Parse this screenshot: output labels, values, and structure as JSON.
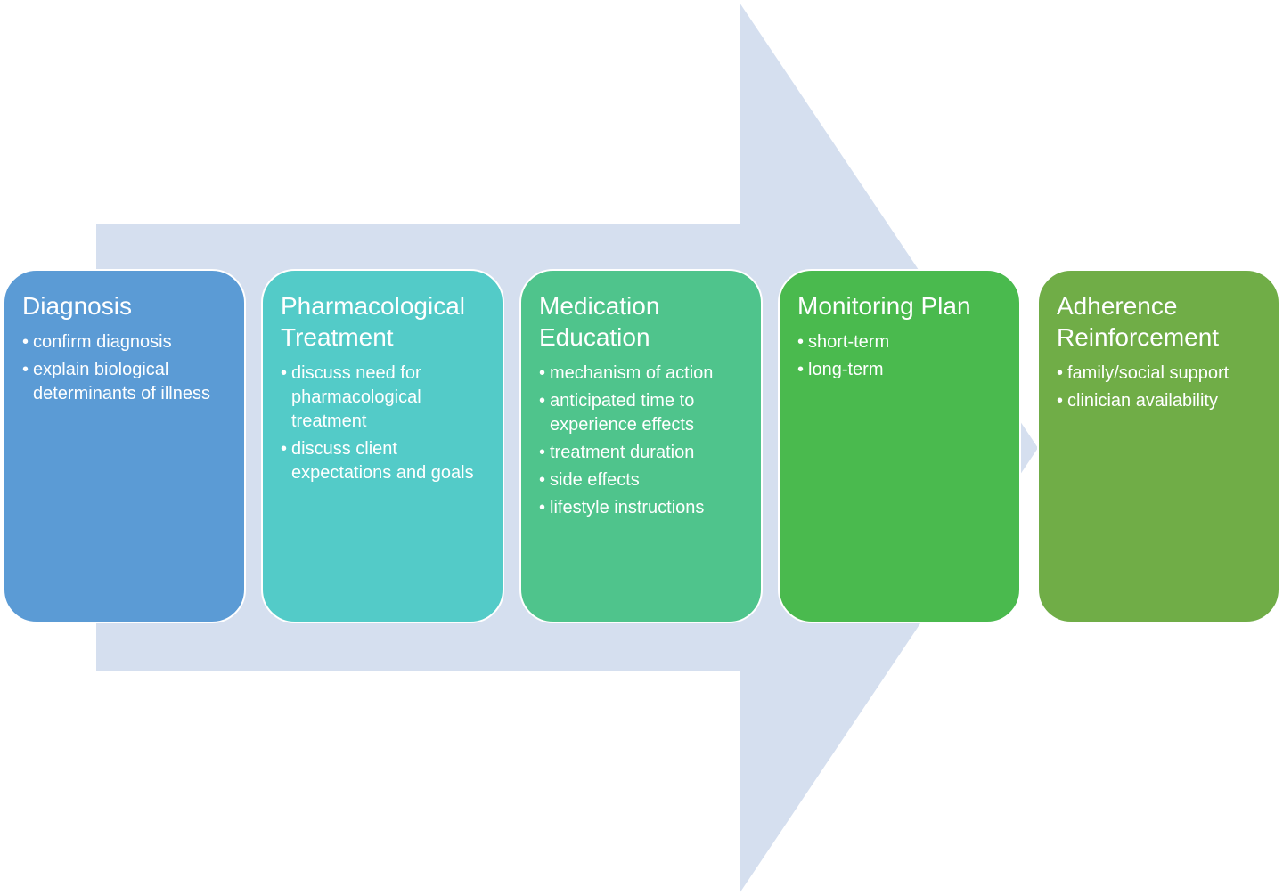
{
  "colors": {
    "arrow": "#d5dfef",
    "step_1": "#5b9bd5",
    "step_2": "#53cbc8",
    "step_3": "#4fc48c",
    "step_4": "#4aba4e",
    "step_5": "#70ad47"
  },
  "steps": [
    {
      "title": "Diagnosis",
      "bullets": [
        "confirm diagnosis",
        "explain biological determinants of illness"
      ]
    },
    {
      "title": "Pharmacological Treatment",
      "bullets": [
        "discuss need for pharmacological treatment",
        "discuss client expectations and goals"
      ]
    },
    {
      "title": "Medication Education",
      "bullets": [
        "mechanism of action",
        "anticipated time to experience effects",
        "treatment duration",
        "side effects",
        "lifestyle instructions"
      ]
    },
    {
      "title": "Monitoring Plan",
      "bullets": [
        "short-term",
        "long-term"
      ]
    },
    {
      "title": "Adherence Reinforcement",
      "bullets": [
        "family/social support",
        "clinician availability"
      ]
    }
  ]
}
